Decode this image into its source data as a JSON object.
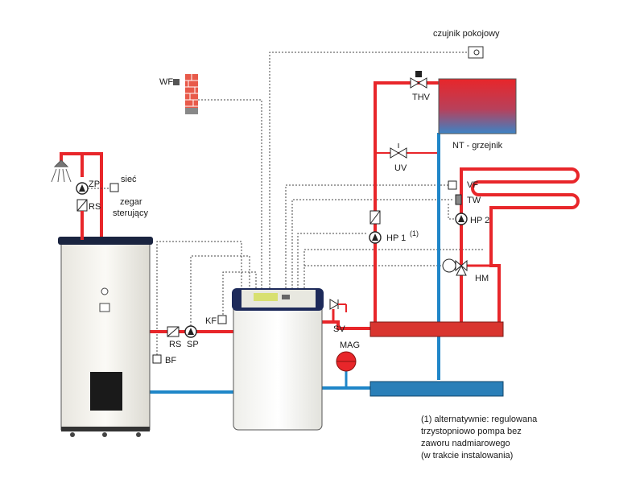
{
  "labels": {
    "room_sensor": "czujnik pokojowy",
    "wf": "WF",
    "thv": "THV",
    "nt_radiator": "NT - grzejnik",
    "uv": "UV",
    "vf": "VF",
    "tw": "TW",
    "hp2": "HP 2",
    "hp1": "HP 1",
    "hp1_note": "(1)",
    "hm": "HM",
    "zp": "ZP",
    "rs_top": "RS",
    "network": "sieć",
    "clock_1": "zegar",
    "clock_2": "sterujący",
    "kf": "KF",
    "rs_bottom": "RS",
    "sp": "SP",
    "bf": "BF",
    "sv": "SV",
    "mag": "MAG"
  },
  "note": {
    "line1": "(1) alternatywnie: regulowana",
    "line2": "trzystopniowo pompa bez",
    "line3": "zaworu nadmiarowego",
    "line4": "(w trakcie instalowania)"
  },
  "colors": {
    "hot": "#e8262a",
    "cold": "#1f86c8",
    "control": "#444444",
    "buffer_hot": "#d9352f",
    "buffer_cold": "#2a7fb8"
  }
}
